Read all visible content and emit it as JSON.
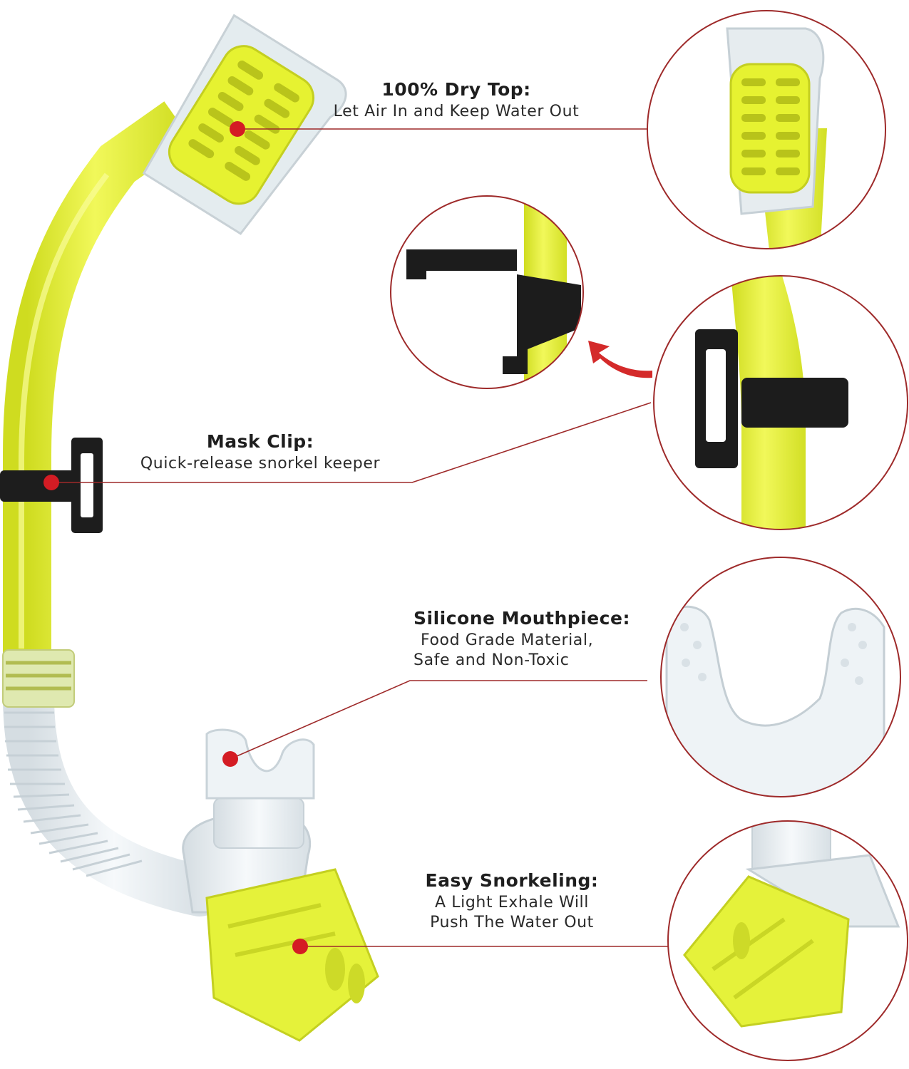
{
  "callouts": {
    "dry_top": {
      "title": "100% Dry Top:",
      "lines": [
        "Let Air In and Keep Water Out"
      ]
    },
    "mask_clip": {
      "title": "Mask Clip:",
      "lines": [
        "Quick-release snorkel keeper"
      ]
    },
    "mouthpiece": {
      "title": "Silicone Mouthpiece:",
      "lines": [
        "Food Grade Material,",
        "Safe and Non-Toxic"
      ]
    },
    "easy_snorkeling": {
      "title": "Easy Snorkeling:",
      "lines": [
        "A Light Exhale Will",
        "Push The Water Out"
      ]
    }
  },
  "colors": {
    "tube_yellow": "#e6f23c",
    "tube_yellow_dark": "#c9d81f",
    "clip_black": "#1c1c1c",
    "callout_line": "#9e2a2a",
    "dot_red": "#d41c24",
    "arrow_red": "#d42a2a",
    "clear_plastic": "#e9eef1"
  }
}
